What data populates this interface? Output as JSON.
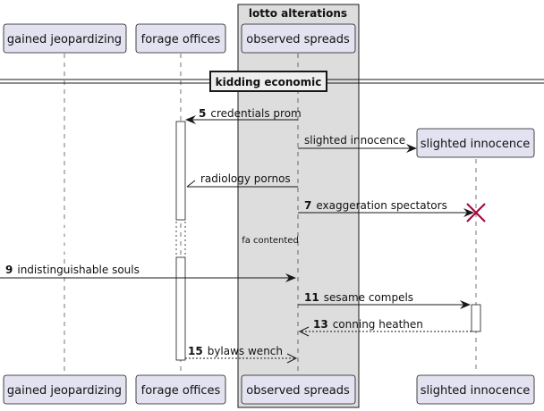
{
  "group": {
    "title": "lotto alterations"
  },
  "participants": {
    "p1": "gained jeopardizing",
    "p2": "forage offices",
    "p3": "observed spreads",
    "p4": "slighted innocence"
  },
  "divider": {
    "label": "kidding economic"
  },
  "messages": {
    "m5": {
      "num": "5",
      "text": "credentials prom"
    },
    "m6": {
      "text": "slighted innocence"
    },
    "m6b": {
      "text": "radiology pornos"
    },
    "m7": {
      "num": "7",
      "text": "exaggeration spectators"
    },
    "m9": {
      "num": "9",
      "text": "indistinguishable souls"
    },
    "m11": {
      "num": "11",
      "text": "sesame compels"
    },
    "m13": {
      "num": "13",
      "text": "conning heathen"
    },
    "m15": {
      "num": "15",
      "text": "bylaws wench"
    }
  },
  "delay": {
    "text": "fa contented"
  },
  "colors": {
    "participant_fill": "#e2e2f0",
    "participant_stroke": "#181818",
    "group_fill": "#dddddd",
    "destroy": "#a80036"
  }
}
